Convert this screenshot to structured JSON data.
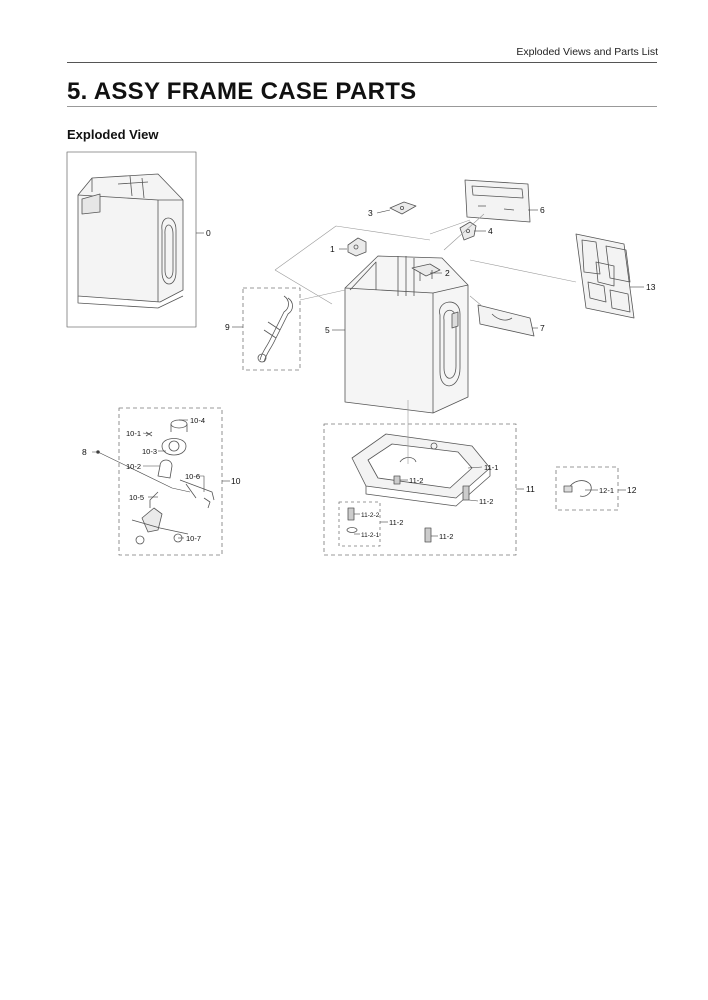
{
  "header": {
    "running_title": "Exploded Views and Parts List"
  },
  "section": {
    "title": "5.  ASSY FRAME CASE PARTS",
    "subtitle": "Exploded View"
  },
  "callouts": {
    "c0": "0",
    "c1": "1",
    "c2": "2",
    "c3": "3",
    "c4": "4",
    "c5": "5",
    "c6": "6",
    "c7": "7",
    "c8": "8",
    "c9": "9",
    "c10": "10",
    "c10_1": "10-1",
    "c10_2": "10-2",
    "c10_3": "10-3",
    "c10_4": "10-4",
    "c10_5": "10-5",
    "c10_6": "10-6",
    "c10_7": "10-7",
    "c11": "11",
    "c11_1": "11-1",
    "c11_2a": "11-2",
    "c11_2b": "11-2",
    "c11_2c": "11-2",
    "c11_2d": "11-2",
    "c11_2_1": "11-2-1",
    "c11_2_2": "11-2-2",
    "c12": "12",
    "c12_1": "12-1",
    "c13": "13"
  }
}
